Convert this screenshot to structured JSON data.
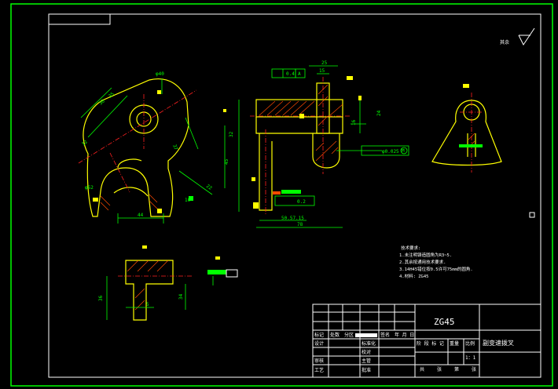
{
  "drawing": {
    "material_code": "ZG45",
    "part_name": "副变速拨叉",
    "scale": "1：1",
    "roughness_note": "其余"
  },
  "title_block": {
    "labels": {
      "mark": "标记",
      "count": "处数",
      "zone": "分区",
      "signature": "签名",
      "date": "年 月 日",
      "design": "设计",
      "standardization": "标准化",
      "review": "审核",
      "process": "工艺",
      "approve": "批准",
      "stage_mark": "阶 段 标 记",
      "weight": "重量",
      "scale_label": "比例",
      "total_sheets": "共",
      "sheet": "张",
      "page": "第",
      "page_suffix": "张",
      "proofread": "校对",
      "lead": "主管"
    }
  },
  "tech_notes": [
    "技术要求:",
    "1.未注明铸造圆角为R3~5.",
    "2.其余按通用技术要求.",
    "3.14H45错位按0.5许可75mm的圆角.",
    "4.材料: ZG45"
  ],
  "dimensions": {
    "d40": "φ40",
    "d25": "25",
    "d15": "15",
    "d32": "32",
    "d45": "45",
    "d78": "78",
    "d50": "50.57.15",
    "d24": "24",
    "d16": "16",
    "tol_flat": "0.4",
    "tol_a": "A",
    "tol_perp": "0.2",
    "tol_pos": "φ0.025",
    "tol_m": "M",
    "d52": "φ52",
    "d44": "44",
    "d30": "30",
    "d35": "35",
    "d12": "12",
    "d37": "37",
    "d22": "22",
    "d10": "10",
    "d36": "36",
    "d34": "34",
    "d5": "5"
  },
  "colors": {
    "frame": "#ffffff",
    "dimension": "#00ff00",
    "outline": "#ffff00",
    "hatch": "#ff4a00",
    "center": "#ff2020",
    "background": "#000000"
  }
}
